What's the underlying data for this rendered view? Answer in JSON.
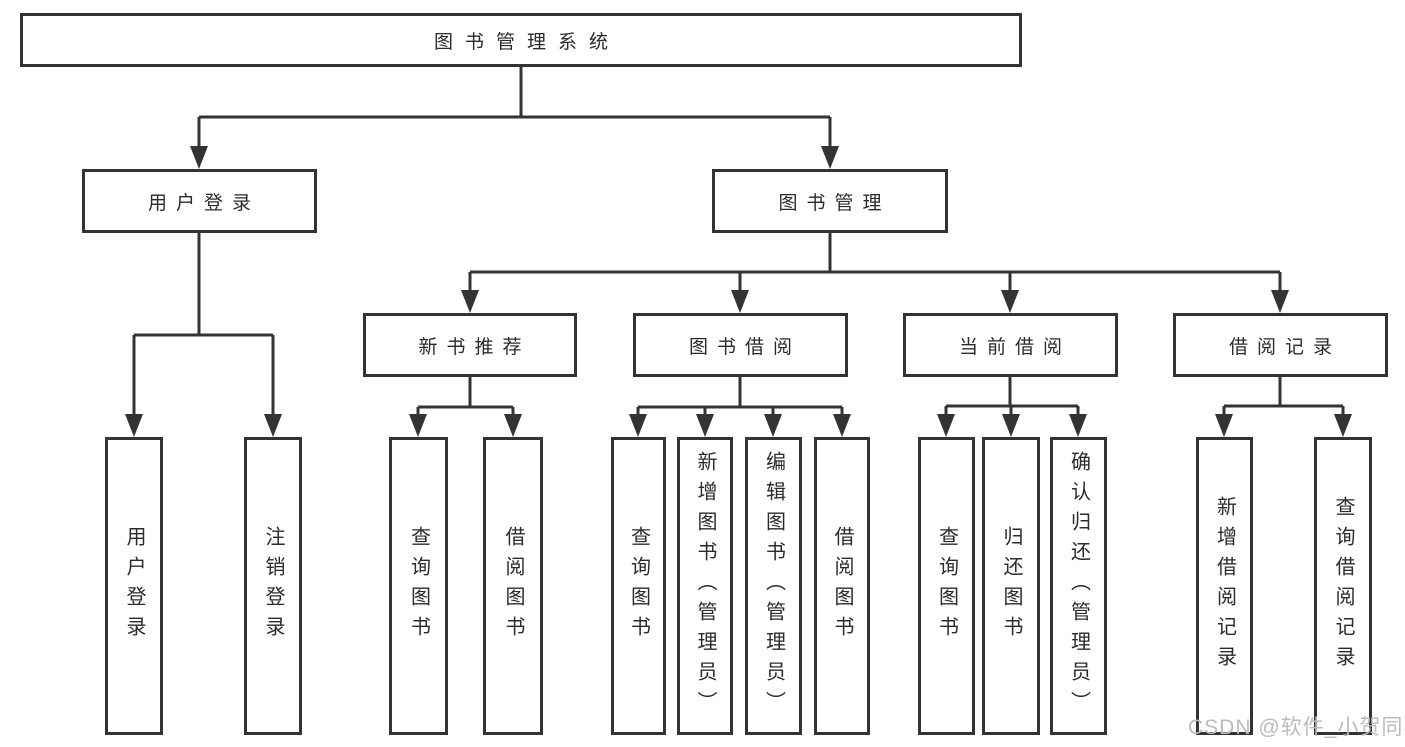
{
  "diagram": {
    "type": "hierarchy",
    "root": {
      "label": "图书管理系统"
    },
    "branches": [
      {
        "label": "用户登录",
        "children": [
          {
            "label": "用户登录"
          },
          {
            "label": "注销登录"
          }
        ]
      },
      {
        "label": "图书管理",
        "sections": [
          {
            "label": "新书推荐",
            "children": [
              {
                "label": "查询图书"
              },
              {
                "label": "借阅图书"
              }
            ]
          },
          {
            "label": "图书借阅",
            "children": [
              {
                "label": "查询图书"
              },
              {
                "label": "新增图书（管理员）"
              },
              {
                "label": "编辑图书（管理员）"
              },
              {
                "label": "借阅图书"
              }
            ]
          },
          {
            "label": "当前借阅",
            "children": [
              {
                "label": "查询图书"
              },
              {
                "label": "归还图书"
              },
              {
                "label": "确认归还（管理员）"
              }
            ]
          },
          {
            "label": "借阅记录",
            "children": [
              {
                "label": "新增借阅记录"
              },
              {
                "label": "查询借阅记录"
              }
            ]
          }
        ]
      }
    ]
  },
  "watermark": {
    "text": "CSDN @软件_小贺同学"
  },
  "colors": {
    "line": "#333333",
    "box_border": "#333333",
    "text": "#2b2b2b",
    "watermark": "#bcbcbc",
    "background": "#ffffff"
  }
}
